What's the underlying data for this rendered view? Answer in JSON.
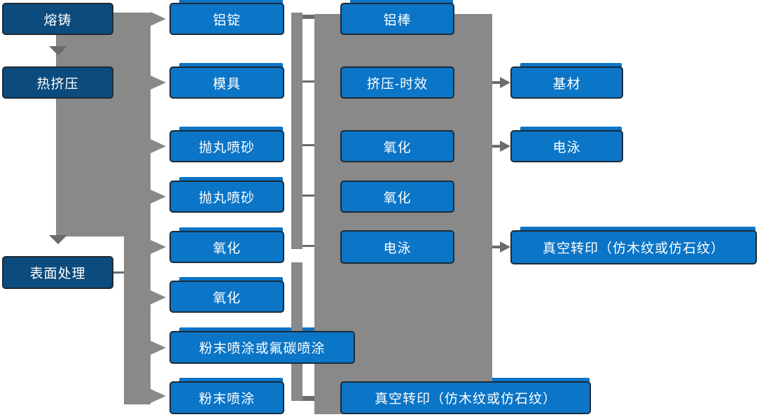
{
  "columns": {
    "col1": {
      "items": [
        "熔铸",
        "热挤压",
        "表面处理"
      ]
    },
    "col2": {
      "items": [
        "铝锭",
        "模具",
        "抛丸喷砂",
        "抛丸喷砂",
        "氧化",
        "氧化",
        "粉末喷涂或氟碳喷涂",
        "粉末喷涂"
      ]
    },
    "col3": {
      "items": [
        "铝棒",
        "挤压-时效",
        "氧化",
        "氧化",
        "电泳",
        "真空转印（仿木纹或仿石纹）"
      ]
    },
    "col4": {
      "items": [
        "基材",
        "电泳",
        "真空转印（仿木纹或仿石纹）"
      ]
    }
  },
  "connections": {
    "down_flow": [
      "熔铸→热挤压",
      "热挤压→表面处理"
    ],
    "trunk_to_col2": [
      "铝锭",
      "模具",
      "抛丸喷砂",
      "抛丸喷砂",
      "氧化",
      "氧化",
      "粉末喷涂或氟碳喷涂",
      "粉末喷涂"
    ],
    "col2_to_col3_pairs": [
      [
        "铝锭",
        "铝棒"
      ],
      [
        "模具",
        "挤压-时效"
      ],
      [
        "抛丸喷砂",
        "氧化"
      ],
      [
        "抛丸喷砂",
        "氧化"
      ],
      [
        "氧化",
        "电泳"
      ],
      [
        "粉末喷涂",
        "真空转印（仿木纹或仿石纹）"
      ]
    ],
    "col3_to_col4": [
      [
        "挤压-时效",
        "基材"
      ],
      [
        "氧化",
        "电泳"
      ],
      [
        "电泳",
        "真空转印（仿木纹或仿石纹）"
      ]
    ]
  },
  "colors": {
    "dark_node": "#0c4b7d",
    "bright_node": "#0b75c7",
    "connector_gray": "#898989",
    "arrow_dark_gray": "#6b6b6b",
    "node_text": "#ffffff"
  }
}
